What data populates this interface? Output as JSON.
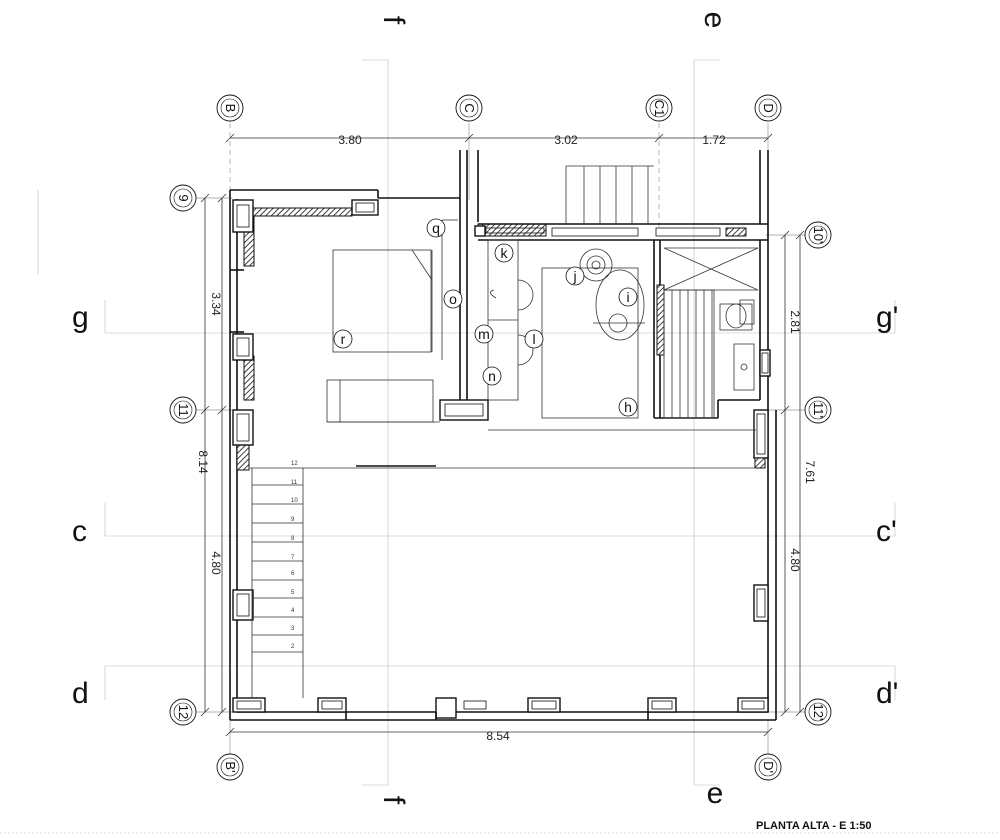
{
  "title": "PLANTA ALTA - E 1:50",
  "section_markers": {
    "top_f": "f",
    "bottom_f": "f",
    "top_e": "e",
    "top_e_prime": "'",
    "bottom_e": "e",
    "left_g": "g",
    "right_g": "g'",
    "left_c": "c",
    "right_c": "c'",
    "left_d": "d",
    "right_d": "d'"
  },
  "grid_top": [
    "B",
    "C",
    "C1",
    "D"
  ],
  "grid_bottom": [
    "B'",
    "D'"
  ],
  "grid_left": [
    "9",
    "11",
    "12"
  ],
  "grid_right": [
    "10'",
    "11'",
    "12'"
  ],
  "dimensions": {
    "top_bc": "3.80",
    "top_cc1": "3.02",
    "top_c1d": "1.72",
    "left_upper": "3.34",
    "left_total": "8.14",
    "left_lower": "4.80",
    "right_upper": "2.81",
    "right_total": "7.61",
    "right_lower": "4.80",
    "bottom_total": "8.54"
  },
  "room_labels": [
    "q",
    "k",
    "j",
    "o",
    "i",
    "m",
    "l",
    "r",
    "n",
    "h"
  ],
  "stair_steps": [
    "12",
    "11",
    "10",
    "9",
    "8",
    "7",
    "6",
    "5",
    "4",
    "3",
    "2"
  ],
  "colors": {
    "line": "#111111",
    "grid": "#999999",
    "background": "#ffffff"
  }
}
